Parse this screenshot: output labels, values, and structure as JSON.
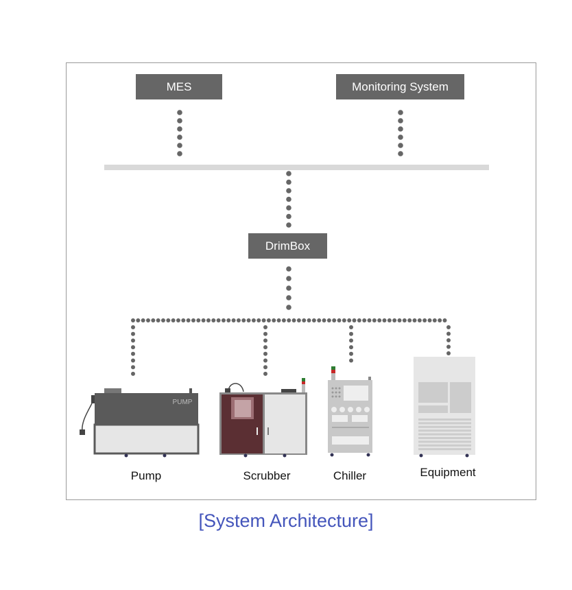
{
  "nodes": {
    "mes": "MES",
    "monitoring": "Monitoring System",
    "drimbox": "DrimBox"
  },
  "devices": {
    "pump": {
      "label": "Pump",
      "badge": "PUMP"
    },
    "scrubber": {
      "label": "Scrubber"
    },
    "chiller": {
      "label": "Chiller"
    },
    "equipment": {
      "label": "Equipment"
    }
  },
  "caption": "[System Architecture]",
  "colors": {
    "box_fill": "#666666",
    "dots": "#666666",
    "bus": "#d9d9d9",
    "caption": "#4455bb",
    "scrubber_door": "#5b2f33",
    "device_light": "#e6e6e6"
  }
}
